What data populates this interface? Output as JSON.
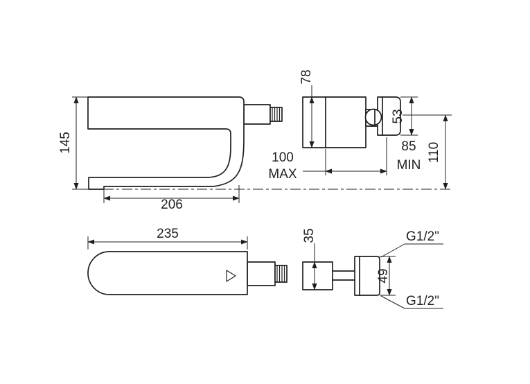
{
  "page": {
    "background": "#ffffff",
    "line_color": "#1f1f1f"
  },
  "dimensions": {
    "spout_height": {
      "value": "145"
    },
    "spout_reach": {
      "value": "206"
    },
    "valve_body_depth": {
      "value": "78"
    },
    "wall_thickness_max": {
      "value": "100",
      "qualifier": "MAX"
    },
    "trim_height": {
      "value": "53"
    },
    "wall_thickness_min": {
      "value": "85",
      "qualifier": "MIN"
    },
    "axis_distance": {
      "value": "110"
    },
    "spout_length": {
      "value": "235"
    },
    "valve_plan_width": {
      "value": "35"
    },
    "valve_plan_height": {
      "value": "49"
    },
    "thread_size_top": {
      "value": "G1/2\""
    },
    "thread_size_bottom": {
      "value": "G1/2\""
    }
  }
}
